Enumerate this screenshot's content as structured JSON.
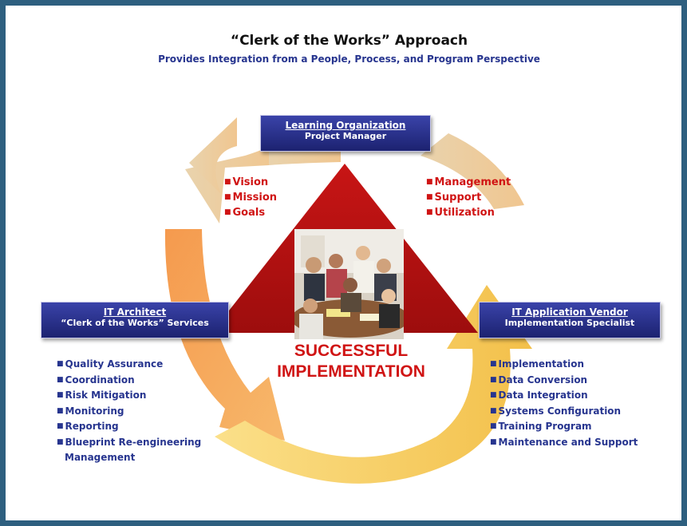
{
  "title": "“Clerk of the Works” Approach",
  "subtitle": "Provides Integration from a People, Process, and Program Perspective",
  "top_box": {
    "title": "Learning Organization",
    "subtitle": "Project Manager"
  },
  "left_box": {
    "title": "IT Architect",
    "subtitle": "“Clerk of the Works” Services"
  },
  "right_box": {
    "title": "IT Application Vendor",
    "subtitle": "Implementation Specialist"
  },
  "left_red": [
    "Vision",
    "Mission",
    "Goals"
  ],
  "right_red": [
    "Management",
    "Support",
    "Utilization"
  ],
  "left_services": [
    "Quality Assurance",
    "Coordination",
    "Risk Mitigation",
    "Monitoring",
    "Reporting",
    "Blueprint Re-engineering",
    "Management"
  ],
  "right_services": [
    "Implementation",
    "Data Conversion",
    "Data Integration",
    "Systems Configuration",
    "Training Program",
    "Maintenance and Support"
  ],
  "center_label_line1": "SUCCESSFUL",
  "center_label_line2": "IMPLEMENTATION",
  "bullet": "■",
  "colors": {
    "frame": "#2e5f7f",
    "box_blue": "#2a3190",
    "text_blue": "#27358f",
    "red": "#d01414",
    "arrow_tan": "#e7cfa6",
    "arrow_orange": "#f3a55a",
    "arrow_yellow": "#f9d56a"
  },
  "icons": [
    "meeting-photo"
  ]
}
